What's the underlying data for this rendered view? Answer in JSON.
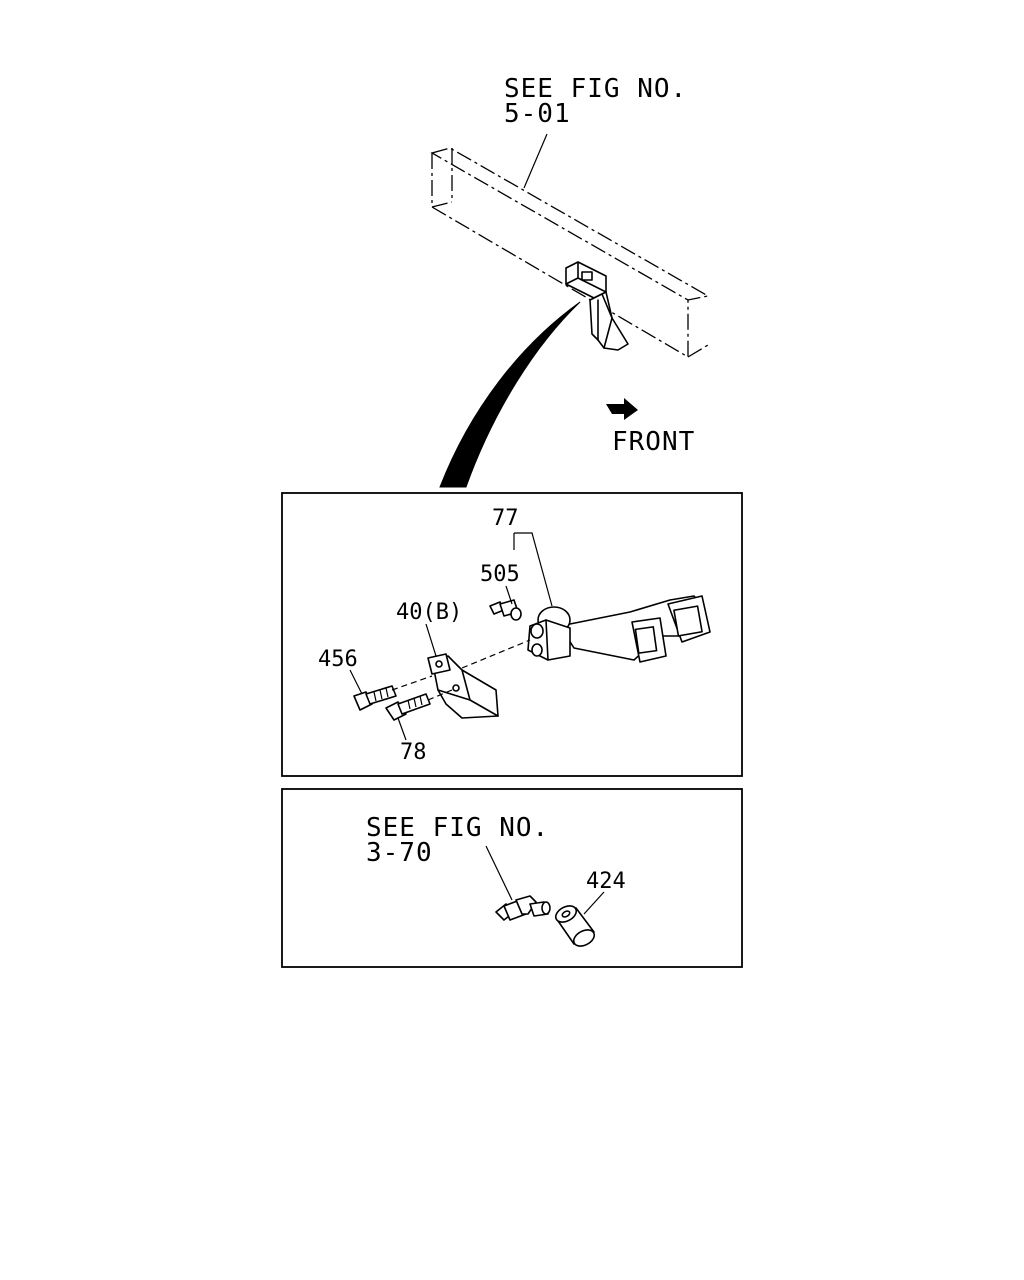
{
  "overview": {
    "ref_line1": "SEE FIG NO.",
    "ref_line2": "5-01",
    "direction_label": "FRONT",
    "arrow_icon": "arrow-right-icon"
  },
  "detail_panel": {
    "callouts": {
      "part_77": "77",
      "part_505": "505",
      "part_40b": "40(B)",
      "part_456": "456",
      "part_78": "78"
    }
  },
  "lower_panel": {
    "ref_line1": "SEE FIG NO.",
    "ref_line2": "3-70",
    "callouts": {
      "part_424": "424"
    }
  }
}
